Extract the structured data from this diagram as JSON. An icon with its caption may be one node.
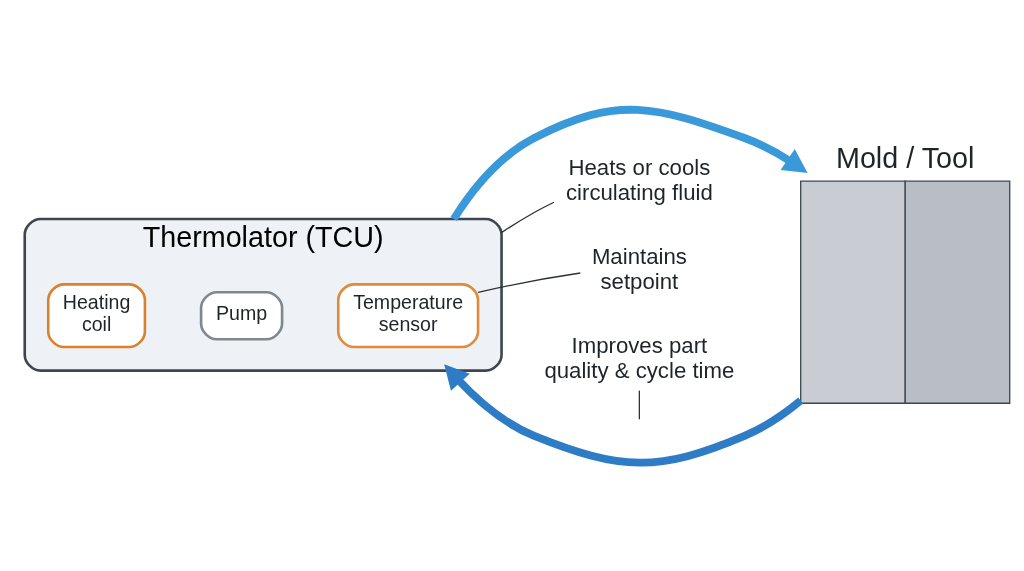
{
  "diagram": {
    "nodes": [
      {
        "text": [
          "Thermolator (TCU)"
        ]
      },
      {
        "text": [
          "Heating coil"
        ],
        "in": 0
      },
      {
        "text": [
          "Pump"
        ],
        "in": 0
      },
      {
        "text": [
          "Temperature sensor"
        ],
        "in": 0
      },
      {
        "text": [
          "Mold / Tool"
        ]
      },
      {
        "text": [
          "Heats or cools circulating fluid"
        ]
      },
      {
        "text": [
          "Maintains setpoint"
        ]
      },
      {
        "text": [
          "Improves part quality & cycle time"
        ]
      }
    ],
    "edges": [
      {
        "from": 0,
        "to": 4,
        "arrow": "to",
        "style": "thick",
        "color": "#3a9ad9"
      },
      {
        "from": 4,
        "to": 0,
        "arrow": "to",
        "style": "thick",
        "color": "#2f7cc6"
      },
      {
        "from": 5,
        "to": 0,
        "arrow": "none"
      },
      {
        "from": 6,
        "to": 3,
        "arrow": "none"
      },
      {
        "from": 7,
        "to": null,
        "arrow": "none"
      }
    ]
  }
}
